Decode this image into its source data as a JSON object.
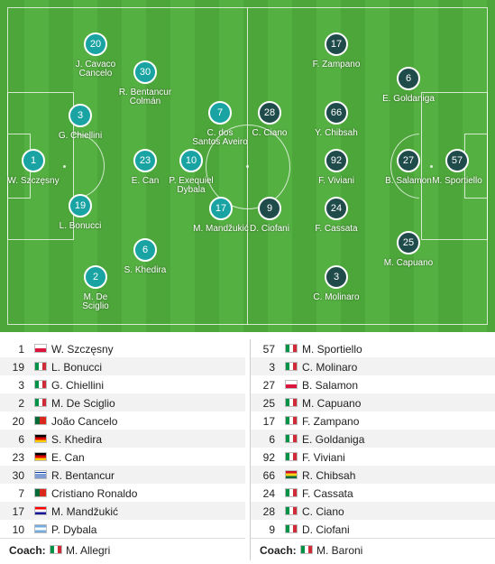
{
  "home": {
    "color": "#1aa3a3",
    "players": [
      {
        "num": "1",
        "label": "W. Szczęsny"
      },
      {
        "num": "19",
        "label": "L. Bonucci"
      },
      {
        "num": "3",
        "label": "G. Chiellini"
      },
      {
        "num": "2",
        "label": "M. De\nSciglio"
      },
      {
        "num": "20",
        "label": "J. Cavaco\nCancelo"
      },
      {
        "num": "6",
        "label": "S. Khedira"
      },
      {
        "num": "23",
        "label": "E. Can"
      },
      {
        "num": "30",
        "label": "R. Bentancur\nColmán"
      },
      {
        "num": "7",
        "label": "C. dos\nSantos Aveiro"
      },
      {
        "num": "17",
        "label": "M. Mandžukić"
      },
      {
        "num": "10",
        "label": "P. Exequiel\nDybala"
      }
    ],
    "list": [
      {
        "num": "1",
        "flag": "pl",
        "name": "W. Szczęsny"
      },
      {
        "num": "19",
        "flag": "it",
        "name": "L. Bonucci"
      },
      {
        "num": "3",
        "flag": "it",
        "name": "G. Chiellini"
      },
      {
        "num": "2",
        "flag": "it",
        "name": "M. De Sciglio"
      },
      {
        "num": "20",
        "flag": "pt",
        "name": "João Cancelo"
      },
      {
        "num": "6",
        "flag": "de",
        "name": "S. Khedira"
      },
      {
        "num": "23",
        "flag": "de",
        "name": "E. Can"
      },
      {
        "num": "30",
        "flag": "uy",
        "name": "R. Bentancur"
      },
      {
        "num": "7",
        "flag": "pt",
        "name": "Cristiano Ronaldo"
      },
      {
        "num": "17",
        "flag": "hr",
        "name": "M. Mandžukić"
      },
      {
        "num": "10",
        "flag": "ar",
        "name": "P. Dybala"
      }
    ],
    "coach": {
      "label": "Coach:",
      "flag": "it",
      "name": "M. Allegri"
    }
  },
  "away": {
    "color": "#1f4c4a",
    "players": [
      {
        "num": "57",
        "label": "M. Sportiello"
      },
      {
        "num": "3",
        "label": "C. Molinaro"
      },
      {
        "num": "27",
        "label": "B. Salamon"
      },
      {
        "num": "25",
        "label": "M. Capuano"
      },
      {
        "num": "17",
        "label": "F. Zampano"
      },
      {
        "num": "6",
        "label": "E. Goldaniga"
      },
      {
        "num": "92",
        "label": "F. Viviani"
      },
      {
        "num": "66",
        "label": "Y. Chibsah"
      },
      {
        "num": "24",
        "label": "F. Cassata"
      },
      {
        "num": "28",
        "label": "C. Ciano"
      },
      {
        "num": "9",
        "label": "D. Ciofani"
      }
    ],
    "list": [
      {
        "num": "57",
        "flag": "it",
        "name": "M. Sportiello"
      },
      {
        "num": "3",
        "flag": "it",
        "name": "C. Molinaro"
      },
      {
        "num": "27",
        "flag": "pl",
        "name": "B. Salamon"
      },
      {
        "num": "25",
        "flag": "it",
        "name": "M. Capuano"
      },
      {
        "num": "17",
        "flag": "it",
        "name": "F. Zampano"
      },
      {
        "num": "6",
        "flag": "it",
        "name": "E. Goldaniga"
      },
      {
        "num": "92",
        "flag": "it",
        "name": "F. Viviani"
      },
      {
        "num": "66",
        "flag": "gh",
        "name": "R. Chibsah"
      },
      {
        "num": "24",
        "flag": "it",
        "name": "F. Cassata"
      },
      {
        "num": "28",
        "flag": "it",
        "name": "C. Ciano"
      },
      {
        "num": "9",
        "flag": "it",
        "name": "D. Ciofani"
      }
    ],
    "coach": {
      "label": "Coach:",
      "flag": "it",
      "name": "M. Baroni"
    }
  }
}
